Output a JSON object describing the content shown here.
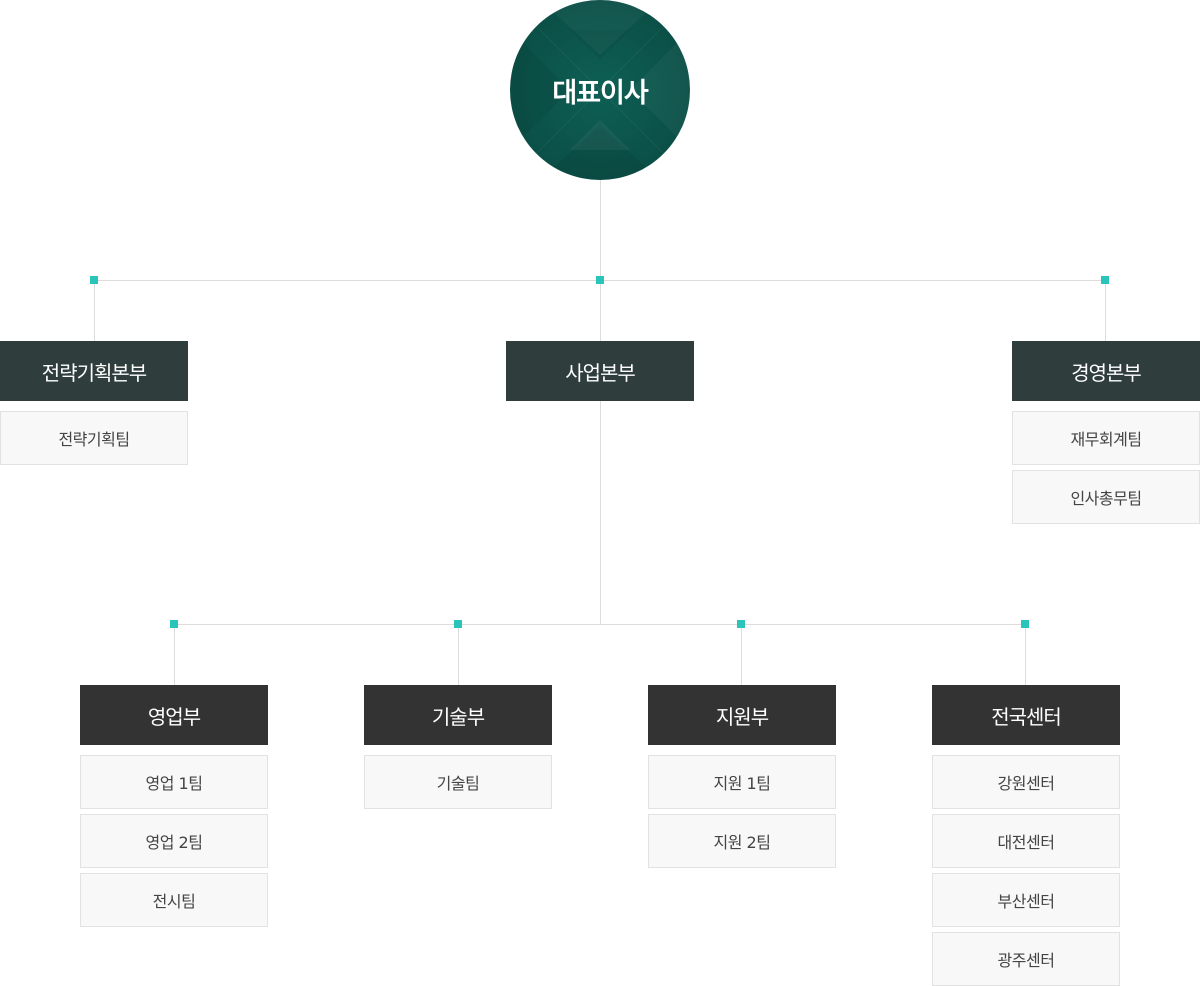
{
  "ceo": {
    "label": "대표이사"
  },
  "headquarters": [
    {
      "name": "전략기획본부",
      "teams": [
        "전략기획팀"
      ]
    },
    {
      "name": "사업본부",
      "teams": []
    },
    {
      "name": "경영본부",
      "teams": [
        "재무회계팀",
        "인사총무팀"
      ]
    }
  ],
  "business_departments": [
    {
      "name": "영업부",
      "teams": [
        "영업 1팀",
        "영업 2팀",
        "전시팀"
      ]
    },
    {
      "name": "기술부",
      "teams": [
        "기술팀"
      ]
    },
    {
      "name": "지원부",
      "teams": [
        "지원 1팀",
        "지원 2팀"
      ]
    },
    {
      "name": "전국센터",
      "teams": [
        "강원센터",
        "대전센터",
        "부산센터",
        "광주센터"
      ]
    }
  ],
  "colors": {
    "ceo_circle": "#0b5249",
    "headquarters_box": "#2f3d3c",
    "department_box": "#333333",
    "team_box": "#f8f8f8",
    "connector_dot": "#2bc4bb",
    "connector_line": "#dcdcdc"
  }
}
